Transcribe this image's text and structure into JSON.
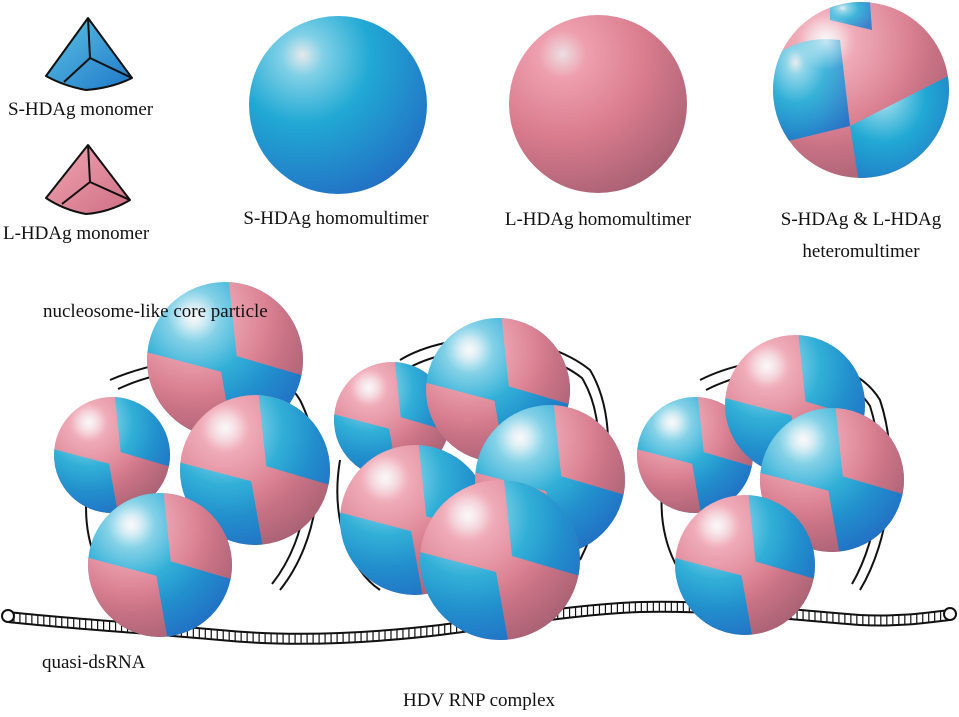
{
  "labels": {
    "s_monomer": "S-HDAg monomer",
    "l_monomer": "L-HDAg monomer",
    "s_homo": "S-HDAg homomultimer",
    "l_homo": "L-HDAg homomultimer",
    "hetero_line1": "S-HDAg & L-HDAg",
    "hetero_line2": "heteromultimer",
    "core_particle": "nucleosome-like core particle",
    "rna": "quasi-dsRNA",
    "complex": "HDV RNP complex"
  },
  "colors": {
    "s_hdag": "#2a8fd0",
    "l_hdag": "#d97c8e",
    "rna_line": "#111111"
  }
}
